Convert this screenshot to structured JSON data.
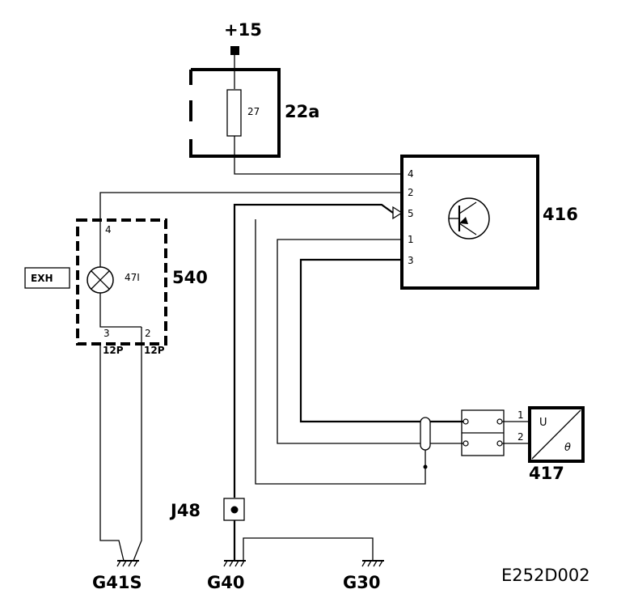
{
  "supply": {
    "label": "+15"
  },
  "fuse_box": {
    "id": "22a",
    "fuse": "27"
  },
  "module_416": {
    "id": "416",
    "pins": [
      "4",
      "2",
      "5",
      "1",
      "3"
    ],
    "symbol": "transistor-icon"
  },
  "module_540": {
    "id": "540",
    "lamp": "47I",
    "lamp_label": "EXH",
    "pin_top": "4",
    "pin_left": "3",
    "pin_right": "2",
    "connector_left": "12P",
    "connector_right": "12P",
    "symbol": "lamp-icon"
  },
  "sensor_417": {
    "id": "417",
    "pin_1": "1",
    "pin_2": "2",
    "symbol_u": "U",
    "symbol_theta": "θ"
  },
  "junction": {
    "id": "J48"
  },
  "grounds": [
    "G41S",
    "G40",
    "G30"
  ],
  "drawing_code": "E252D002",
  "colors": {
    "line": "#000000",
    "background": "#ffffff"
  }
}
